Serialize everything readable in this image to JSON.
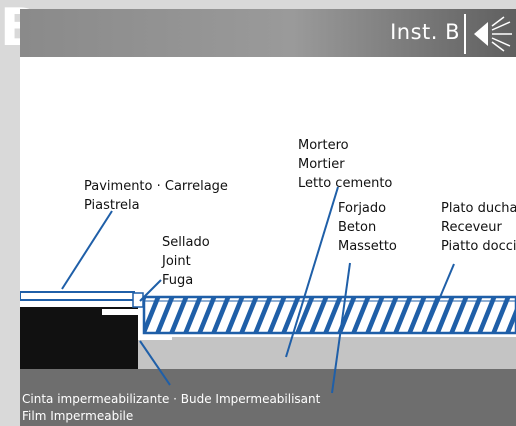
{
  "header": {
    "badge": "B",
    "title": "Inst. B",
    "icon": "speaker-icon"
  },
  "labels": {
    "pavimento": [
      "Pavimento · Carrelage",
      "Piastrela"
    ],
    "sellado": [
      "Sellado",
      "Joint",
      "Fuga"
    ],
    "mortero": [
      "Mortero",
      "Mortier",
      "Letto cemento"
    ],
    "forjado": [
      "Forjado",
      "Beton",
      "Massetto"
    ],
    "plato": [
      "Plato ducha",
      "Receveur",
      "Piatto doccia"
    ],
    "cinta": [
      "Cinta impermeabilizante · Bude Impermeabilisant",
      "Film Impermeabile"
    ]
  },
  "colors": {
    "accent_blue": "#1f5fa8",
    "ground_dark": "#6e6e6e",
    "mortar_light": "#c4c4c4",
    "black": "#111111"
  }
}
